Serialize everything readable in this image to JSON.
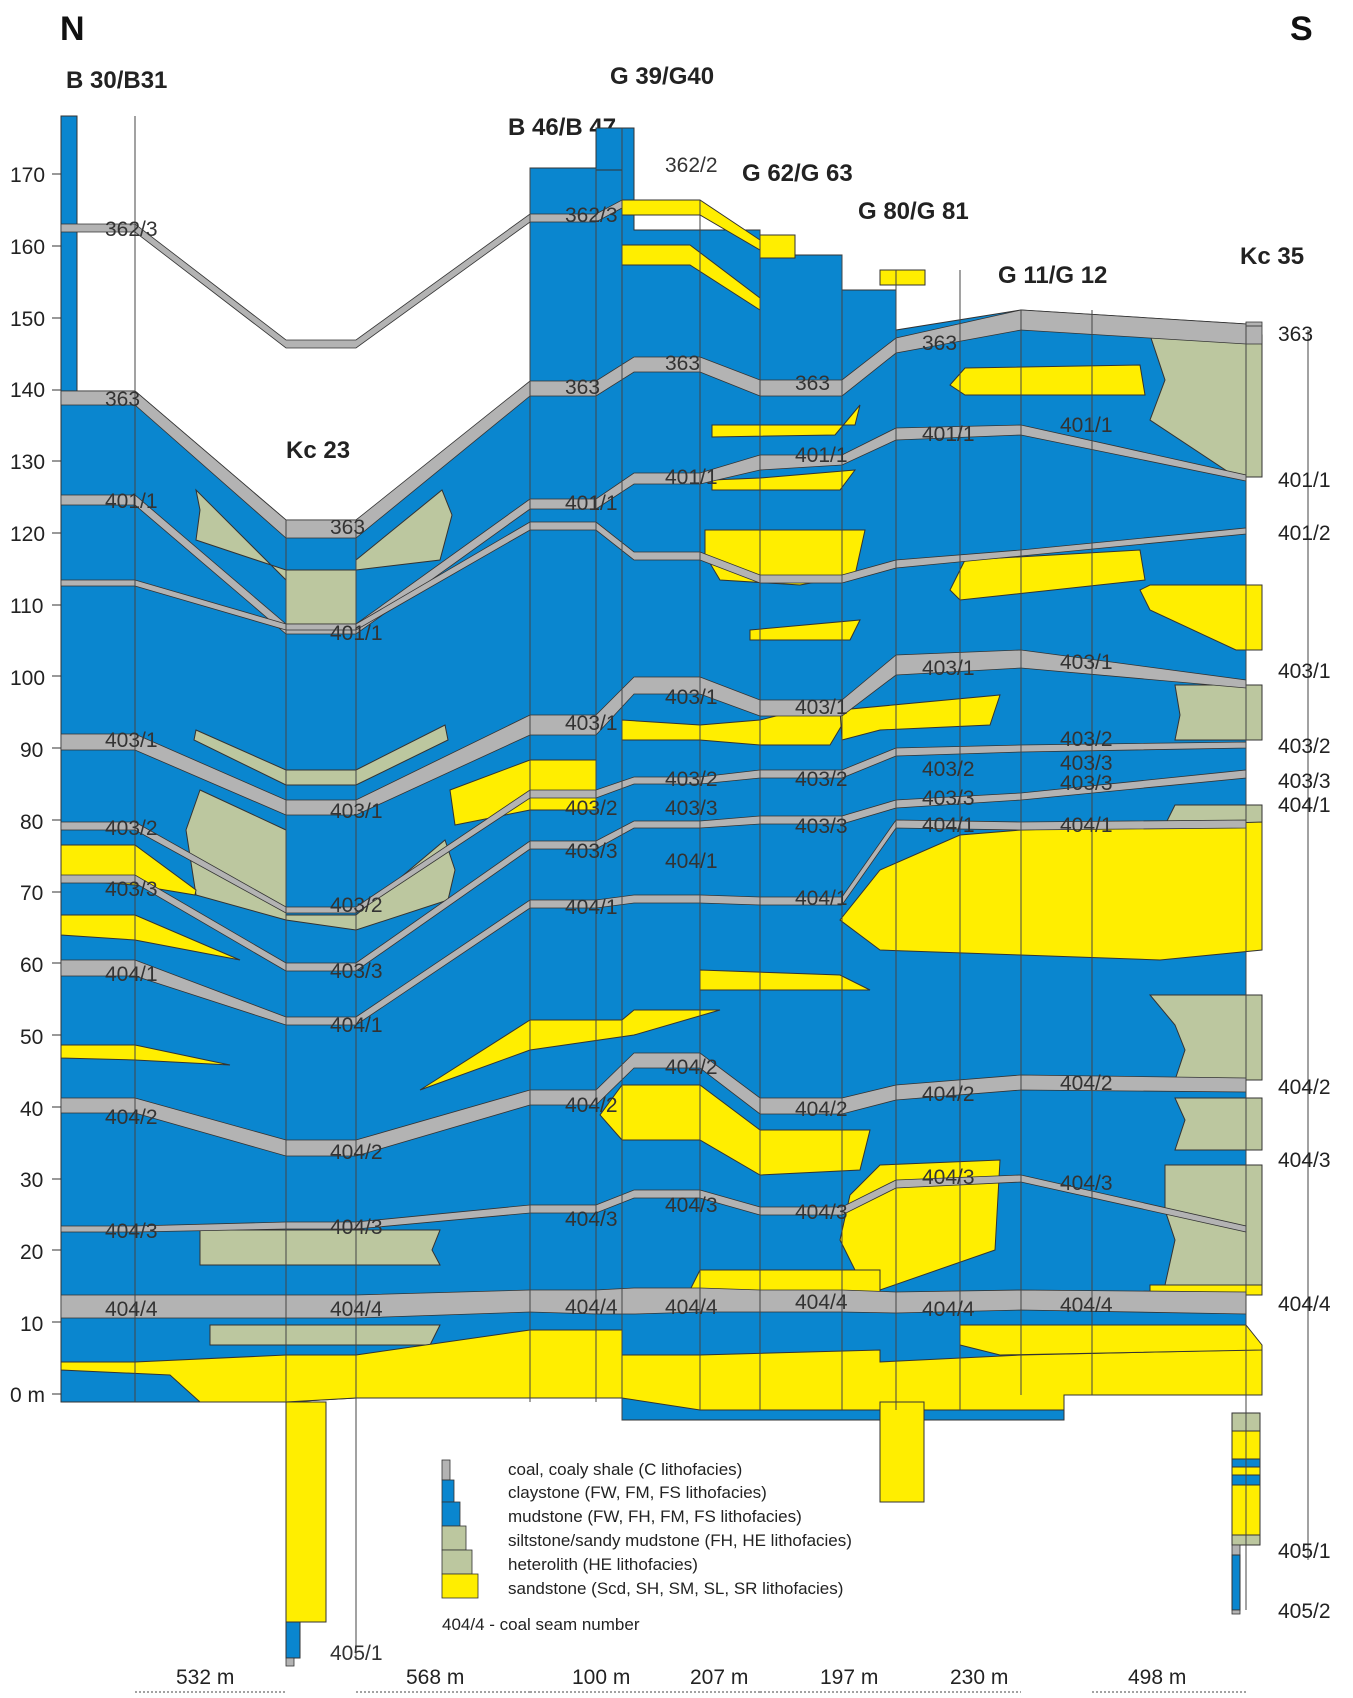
{
  "directions": {
    "north": "N",
    "south": "S"
  },
  "wells": [
    "B 30/B31",
    "Kc 23",
    "B 46/B 47",
    "G 39/G40",
    "G 62/G 63",
    "G 80/G 81",
    "G 11/G 12",
    "Kc 35"
  ],
  "y_axis": {
    "ticks": [
      "0 m",
      "10",
      "20",
      "30",
      "40",
      "50",
      "60",
      "70",
      "80",
      "90",
      "100",
      "110",
      "120",
      "130",
      "140",
      "150",
      "160",
      "170"
    ]
  },
  "seam_labels": [
    "363",
    "401/1",
    "401/2",
    "403/1",
    "403/2",
    "403/3",
    "404/1",
    "404/2",
    "404/3",
    "404/4",
    "405/1",
    "405/2",
    "362/2",
    "362/3"
  ],
  "right_seams": [
    "363",
    "401/1",
    "401/2",
    "403/1",
    "403/2",
    "403/3",
    "404/1",
    "404/2",
    "404/3",
    "404/4",
    "405/1",
    "405/2"
  ],
  "distances": [
    "532 m",
    "568 m",
    "100 m",
    "207 m",
    "197 m",
    "230 m",
    "498 m"
  ],
  "legend": {
    "items": [
      {
        "label": "coal, coaly shale (C lithofacies)",
        "color": "#b3b3b3"
      },
      {
        "label": "claystone (FW, FM, FS lithofacies)",
        "color": "#0a86cf"
      },
      {
        "label": "mudstone (FW, FH, FM, FS lithofacies)",
        "color": "#0a86cf"
      },
      {
        "label": "siltstone/sandy mudstone (FH, HE lithofacies)",
        "color": "#bcc79f"
      },
      {
        "label": "heterolith (HE lithofacies)",
        "color": "#bcc79f"
      },
      {
        "label": "sandstone (Scd, SH, SM, SL, SR lithofacies)",
        "color": "#ffee00"
      }
    ],
    "note": "404/4 - coal seam number"
  },
  "colors": {
    "mudstone": "#0a86cf",
    "coal": "#b3b3b3",
    "heterolith": "#bcc79f",
    "sandstone": "#ffee00",
    "line": "#555555"
  }
}
